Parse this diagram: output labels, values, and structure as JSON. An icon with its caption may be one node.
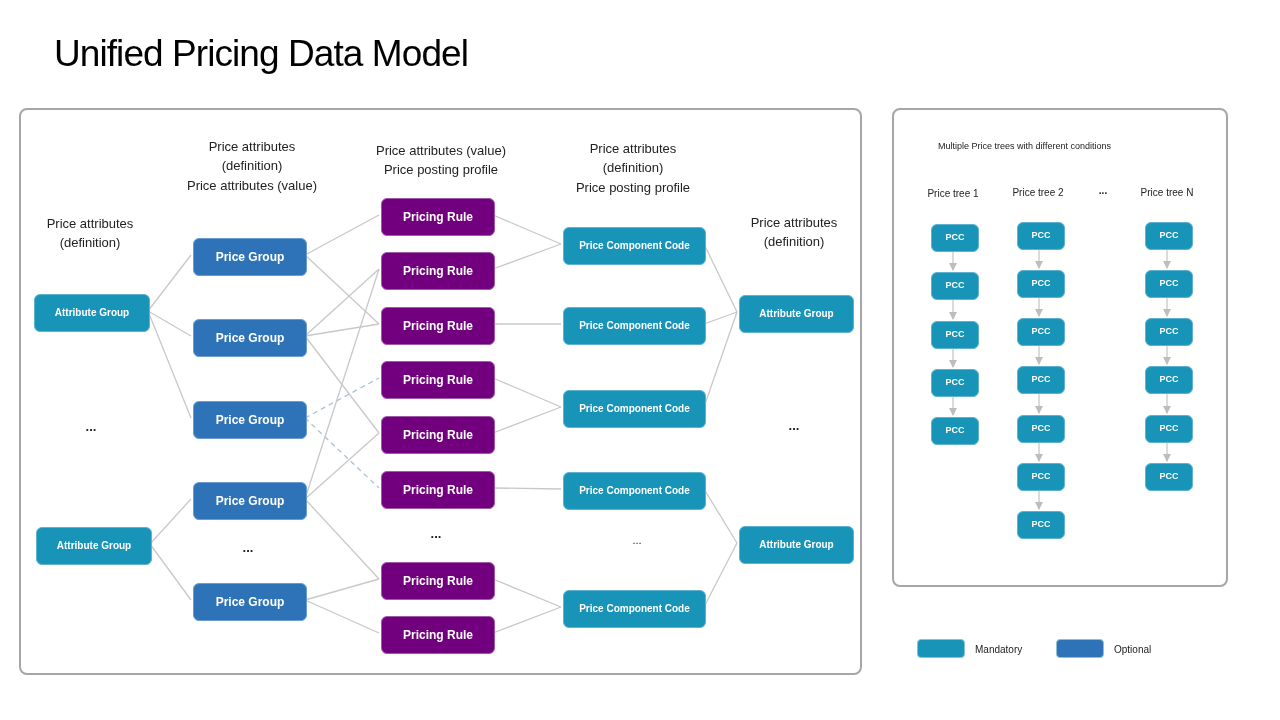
{
  "diagram": {
    "title": "Unified Pricing Data Model",
    "nodes": [
      {
        "text": [],
        "shape": "box"
      },
      {
        "text": [
          "Attribute Group"
        ],
        "in": 0
      },
      {
        "text": [
          "Attribute Group"
        ],
        "in": 0
      },
      {
        "text": [
          "Price Group"
        ],
        "in": 0
      },
      {
        "text": [
          "Price Group"
        ],
        "in": 0
      },
      {
        "text": [
          "Price Group"
        ],
        "in": 0
      },
      {
        "text": [
          "Price Group"
        ],
        "in": 0
      },
      {
        "text": [
          "Price Group"
        ],
        "in": 0
      },
      {
        "text": [
          "Pricing Rule"
        ],
        "in": 0
      },
      {
        "text": [
          "Pricing Rule"
        ],
        "in": 0
      },
      {
        "text": [
          "Pricing Rule"
        ],
        "in": 0
      },
      {
        "text": [
          "Pricing Rule"
        ],
        "in": 0
      },
      {
        "text": [
          "Pricing Rule"
        ],
        "in": 0
      },
      {
        "text": [
          "Pricing Rule"
        ],
        "in": 0
      },
      {
        "text": [
          "Pricing Rule"
        ],
        "in": 0
      },
      {
        "text": [
          "Pricing Rule"
        ],
        "in": 0
      },
      {
        "text": [
          "Price Component Code"
        ],
        "in": 0
      },
      {
        "text": [
          "Price Component Code"
        ],
        "in": 0
      },
      {
        "text": [
          "Price Component Code"
        ],
        "in": 0
      },
      {
        "text": [
          "Price Component Code"
        ],
        "in": 0
      },
      {
        "text": [
          "Price Component Code"
        ],
        "in": 0
      },
      {
        "text": [
          "Attribute Group"
        ],
        "in": 0
      },
      {
        "text": [
          "Attribute Group"
        ],
        "in": 0
      },
      {
        "text": [],
        "shape": "box"
      },
      {
        "text": [
          "PCC"
        ],
        "in": 23
      },
      {
        "text": [
          "PCC"
        ],
        "in": 23
      },
      {
        "text": [
          "PCC"
        ],
        "in": 23
      },
      {
        "text": [
          "PCC"
        ],
        "in": 23
      },
      {
        "text": [
          "PCC"
        ],
        "in": 23
      },
      {
        "text": [
          "PCC"
        ],
        "in": 23
      },
      {
        "text": [
          "PCC"
        ],
        "in": 23
      },
      {
        "text": [
          "PCC"
        ],
        "in": 23
      },
      {
        "text": [
          "PCC"
        ],
        "in": 23
      },
      {
        "text": [
          "PCC"
        ],
        "in": 23
      },
      {
        "text": [
          "PCC"
        ],
        "in": 23
      },
      {
        "text": [
          "PCC"
        ],
        "in": 23
      },
      {
        "text": [
          "PCC"
        ],
        "in": 23
      },
      {
        "text": [
          "PCC"
        ],
        "in": 23
      },
      {
        "text": [
          "PCC"
        ],
        "in": 23
      },
      {
        "text": [
          "PCC"
        ],
        "in": 23
      },
      {
        "text": [
          "PCC"
        ],
        "in": 23
      },
      {
        "text": [
          "PCC"
        ],
        "in": 23
      }
    ],
    "edges": [
      {
        "from": 1,
        "to": 3,
        "arrow": "none"
      },
      {
        "from": 1,
        "to": 4,
        "arrow": "none"
      },
      {
        "from": 1,
        "to": 5,
        "arrow": "none"
      },
      {
        "from": 2,
        "to": 6,
        "arrow": "none"
      },
      {
        "from": 2,
        "to": 7,
        "arrow": "none"
      },
      {
        "from": 3,
        "to": 8,
        "arrow": "none"
      },
      {
        "from": 3,
        "to": 10,
        "arrow": "none"
      },
      {
        "from": 4,
        "to": 9,
        "arrow": "none"
      },
      {
        "from": 4,
        "to": 10,
        "arrow": "none"
      },
      {
        "from": 4,
        "to": 12,
        "arrow": "none"
      },
      {
        "from": 5,
        "to": 11,
        "arrow": "none",
        "style": "dashed",
        "color": "#a9c3d3"
      },
      {
        "from": 5,
        "to": 13,
        "arrow": "none",
        "style": "dashed",
        "color": "#a9c3d3"
      },
      {
        "from": 6,
        "to": 9,
        "arrow": "none"
      },
      {
        "from": 6,
        "to": 12,
        "arrow": "none"
      },
      {
        "from": 6,
        "to": 14,
        "arrow": "none"
      },
      {
        "from": 7,
        "to": 14,
        "arrow": "none"
      },
      {
        "from": 7,
        "to": 15,
        "arrow": "none"
      },
      {
        "from": 8,
        "to": 16,
        "arrow": "none"
      },
      {
        "from": 9,
        "to": 16,
        "arrow": "none"
      },
      {
        "from": 10,
        "to": 17,
        "arrow": "none"
      },
      {
        "from": 11,
        "to": 18,
        "arrow": "none"
      },
      {
        "from": 12,
        "to": 18,
        "arrow": "none"
      },
      {
        "from": 13,
        "to": 19,
        "arrow": "none"
      },
      {
        "from": 14,
        "to": 20,
        "arrow": "none"
      },
      {
        "from": 15,
        "to": 20,
        "arrow": "none"
      },
      {
        "from": 16,
        "to": 21,
        "arrow": "none"
      },
      {
        "from": 17,
        "to": 21,
        "arrow": "none"
      },
      {
        "from": 18,
        "to": 21,
        "arrow": "none"
      },
      {
        "from": 19,
        "to": 22,
        "arrow": "none"
      },
      {
        "from": 20,
        "to": 22,
        "arrow": "none"
      },
      {
        "from": 24,
        "to": 25,
        "arrow": "to"
      },
      {
        "from": 25,
        "to": 26,
        "arrow": "to"
      },
      {
        "from": 26,
        "to": 27,
        "arrow": "to"
      },
      {
        "from": 27,
        "to": 28,
        "arrow": "to"
      },
      {
        "from": 29,
        "to": 30,
        "arrow": "to"
      },
      {
        "from": 30,
        "to": 31,
        "arrow": "to"
      },
      {
        "from": 31,
        "to": 32,
        "arrow": "to"
      },
      {
        "from": 32,
        "to": 33,
        "arrow": "to"
      },
      {
        "from": 33,
        "to": 34,
        "arrow": "to"
      },
      {
        "from": 34,
        "to": 35,
        "arrow": "to"
      },
      {
        "from": 36,
        "to": 37,
        "arrow": "to"
      },
      {
        "from": 37,
        "to": 38,
        "arrow": "to"
      },
      {
        "from": 38,
        "to": 39,
        "arrow": "to"
      },
      {
        "from": 39,
        "to": 40,
        "arrow": "to"
      },
      {
        "from": 40,
        "to": 41,
        "arrow": "to"
      }
    ],
    "labels": [
      "Price attributes (definition)",
      "Price attributes (value)",
      "Price attributes (value)",
      "Price posting profile",
      "Price attributes (definition)",
      "Price posting profile",
      "Price attributes (definition)",
      "Price attributes (definition)",
      "...",
      "...",
      "...",
      "...",
      "...",
      "Multiple Price trees with different conditions",
      "Price tree 1",
      "Price tree 2",
      "...",
      "Price tree N"
    ],
    "legend": [
      {
        "text": "Mandatory",
        "color": "#1894b8"
      },
      {
        "text": "Optional",
        "color": "#2e73b8"
      }
    ]
  }
}
